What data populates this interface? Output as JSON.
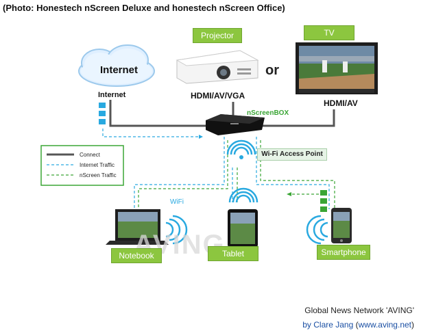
{
  "caption": "(Photo: Honestech nScreen Deluxe and honestech nScreen Office)",
  "devices": {
    "projector": "Projector",
    "tv": "TV",
    "or": "or",
    "internet_cloud": "Internet",
    "internet_label": "Internet",
    "projector_ports": "HDMI/AV/VGA",
    "tv_ports": "HDMI/AV",
    "nscreenbox": "nScreenBOX",
    "wifi_ap": "Wi-Fi Access Point",
    "wifi": "WiFi",
    "notebook": "Notebook",
    "tablet": "Tablet",
    "smartphone": "Smartphone"
  },
  "legend": {
    "connect": "Connect",
    "internet_traffic": "Internet Traffic",
    "nscreen_traffic": "nScreen Traffic"
  },
  "colors": {
    "device_box": "#8cc63f",
    "nscreen_label": "#3aa535",
    "internet_traffic": "#29a9e0",
    "nscreen_traffic": "#3aa535",
    "connect": "#555555",
    "credit_link": "#1a4fa3"
  },
  "watermark": "AVING",
  "credit": {
    "line1": "Global News Network 'AVING'",
    "by": "by Clare Jang",
    "open": "(",
    "site": "www.aving.net",
    "close": ")"
  }
}
